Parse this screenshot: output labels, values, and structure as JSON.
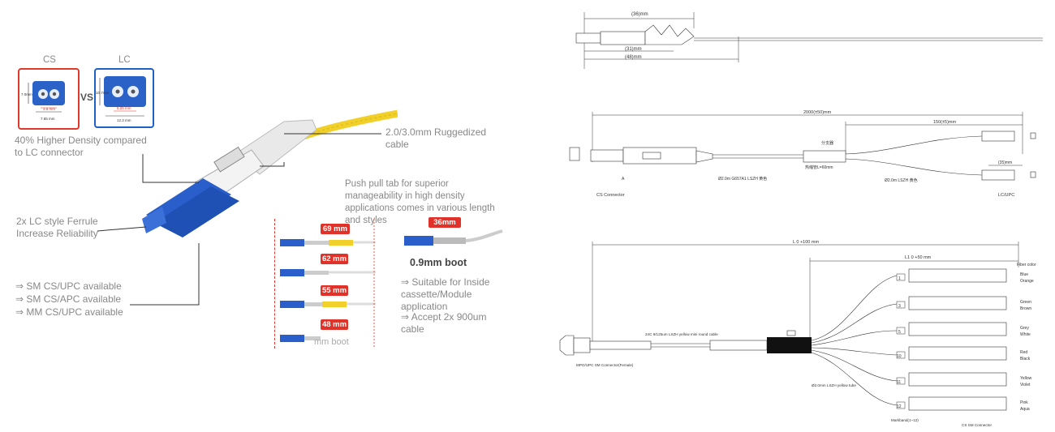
{
  "left_panel": {
    "cs_label": "CS",
    "lc_label": "LC",
    "vs_label": "VS",
    "cs_dim_a": "7.65 mm",
    "cs_dim_b": "3.8 mm",
    "cs_dim_c": "7.0mm",
    "lc_dim_a": "12.3 mm",
    "lc_dim_b": "6.25 mm",
    "lc_dim_c": "10.7mm",
    "density_text": "40% Higher Density compared to LC connector",
    "cable_text": "2.0/3.0mm Ruggedized cable",
    "pushpull_text": "Push pull tab for superior manageability in high density applications comes in various length and styles",
    "ferrule_text": "2x LC style Ferrule Increase Reliability",
    "availability": [
      "⇒  SM CS/UPC available",
      "⇒  SM CS/APC available",
      "⇒ MM CS/UPC available"
    ],
    "tab_lengths": [
      "69 mm",
      "62 mm",
      "55 mm",
      "48 mm"
    ],
    "boot_tag": "36mm",
    "boot_title": "0.9mm boot",
    "boot_notes": [
      "⇒ Suitable for Inside cassette/Module application",
      "⇒ Accept 2x 900um cable"
    ],
    "mm_boot_caption": "mm boot"
  },
  "drawing_top": {
    "dim_36": "(36)mm",
    "dim_31": "(31)mm",
    "dim_48": "(48)mm"
  },
  "drawing_mid": {
    "dim_total": "2000(±50)mm",
    "dim_breakout": "150(±5)mm",
    "dim_35": "(35)mm",
    "splitter_label": "分支器",
    "shrink_label": "热缩管L=60mm",
    "cable_label": "Ø2.0m G657A1 LSZH  黄色",
    "tube_label": "Ø2.0m  LSZH  黄色",
    "end_a_marker": "A",
    "cs_connector": "CS Connector",
    "lc_upc": "LC/UPC"
  },
  "drawing_bottom": {
    "dim_total": "L 0 +100 mm",
    "dim_fanout": "L1 0 +50 mm",
    "fiber_color_title": "Fiber color",
    "fibers": [
      {
        "no": "1",
        "c1": "Blue",
        "c2": "Orange"
      },
      {
        "no": "3",
        "c1": "Green",
        "c2": "Brown"
      },
      {
        "no": "5",
        "c1": "Grey",
        "c2": "White"
      },
      {
        "no": "10",
        "c1": "Red",
        "c2": "Black"
      },
      {
        "no": "11",
        "c1": "Yellow",
        "c2": "Violet"
      },
      {
        "no": "12",
        "c1": "Pink",
        "c2": "Aqua"
      }
    ],
    "cable_spec": "24C 9/125um LSZH yellow mini round cable",
    "mpo_label": "MPO/UPC SM Connector(Female)",
    "tube_spec": "Ø2.0mm  LSZH yellow tube",
    "markband": "Markband(1~12)",
    "cs_sm": "CS SM Connector"
  },
  "colors": {
    "red": "#e03228",
    "blue": "#1f5fc6",
    "yellow": "#f2d02a"
  }
}
